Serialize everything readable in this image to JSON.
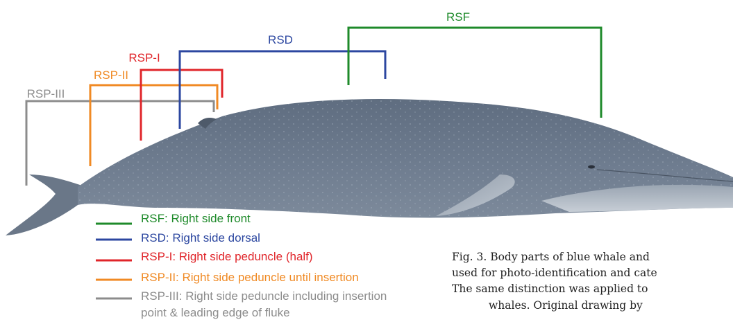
{
  "diagram": {
    "labels": {
      "rsf": "RSF",
      "rsd": "RSD",
      "rsp1": "RSP-I",
      "rsp2": "RSP-II",
      "rsp3": "RSP-III"
    },
    "colors": {
      "rsf": "#1e8a2a",
      "rsd": "#2c47a0",
      "rsp1": "#e0252a",
      "rsp2": "#f08a24",
      "rsp3": "#8c8c8c"
    },
    "legend": [
      {
        "key": "rsf",
        "text": "RSF: Right side front"
      },
      {
        "key": "rsd",
        "text": "RSD: Right side dorsal"
      },
      {
        "key": "rsp1",
        "text": "RSP-I: Right side peduncle (half)"
      },
      {
        "key": "rsp2",
        "text": "RSP-II: Right side peduncle until insertion"
      },
      {
        "key": "rsp3",
        "text": "RSP-III: Right side peduncle including insertion",
        "text2": "point & leading edge of fluke"
      }
    ],
    "caption": [
      "Fig. 3. Body parts of blue whale and",
      "used for photo-identification and cate",
      "The same distinction was applied to",
      "whales. Original drawing by"
    ],
    "whale_icon": "blue-whale-illustration"
  }
}
